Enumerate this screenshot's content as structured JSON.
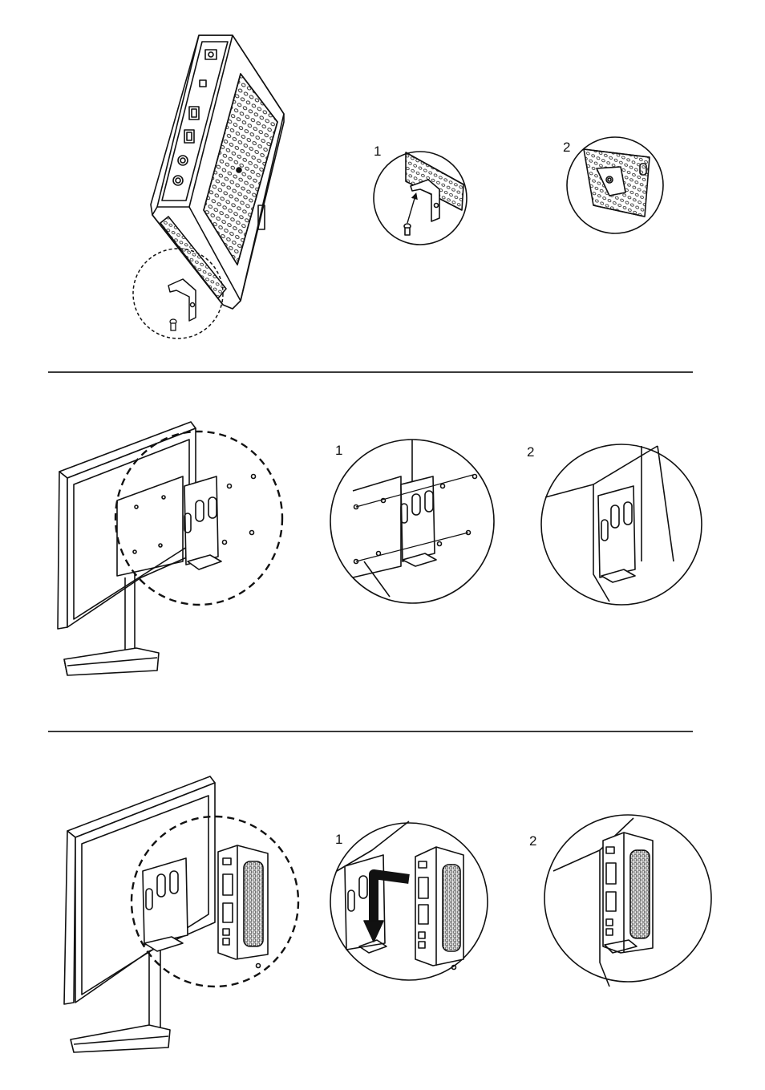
{
  "sections": [
    {
      "id": "attach-bracket",
      "steps": [
        {
          "label": "1"
        },
        {
          "label": "2"
        }
      ]
    },
    {
      "id": "mount-plate-to-monitor",
      "steps": [
        {
          "label": "1"
        },
        {
          "label": "2"
        }
      ]
    },
    {
      "id": "hang-device-on-plate",
      "steps": [
        {
          "label": "1"
        },
        {
          "label": "2"
        }
      ]
    }
  ],
  "colors": {
    "line": "#111111",
    "rule": "#3a3a3a",
    "background": "#ffffff"
  }
}
